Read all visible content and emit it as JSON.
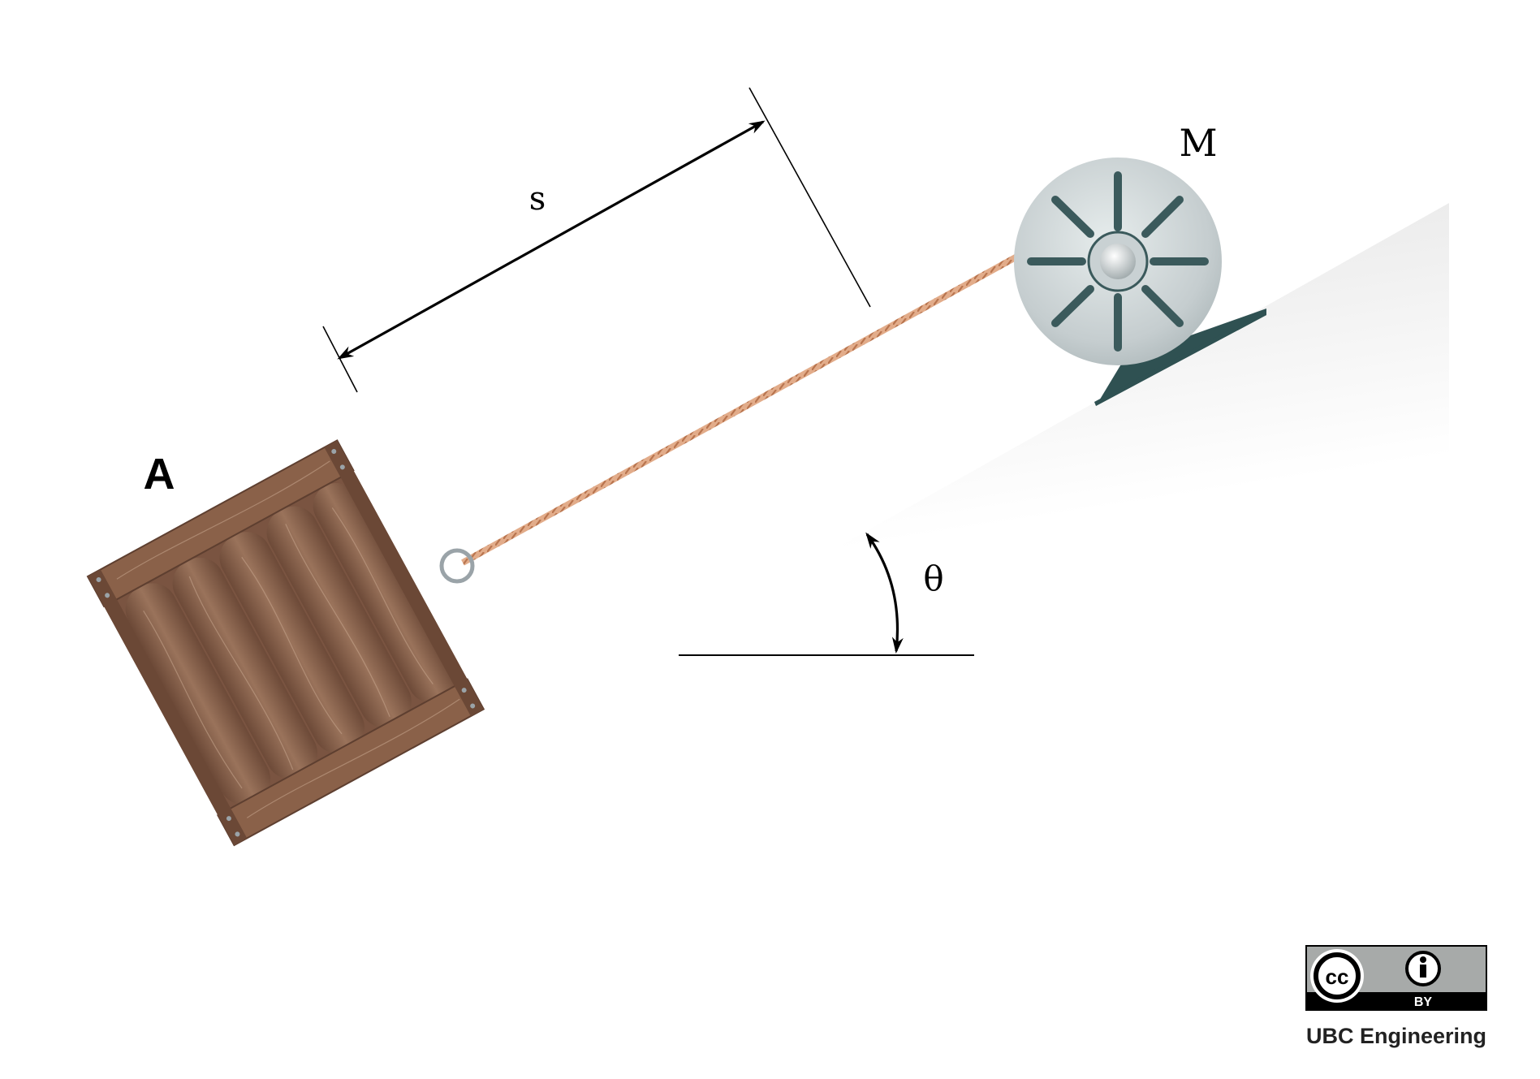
{
  "labels": {
    "crate": "A",
    "motor": "M",
    "distance": "s",
    "angle": "θ"
  },
  "license": {
    "cc": "cc",
    "by": "BY",
    "credit": "UBC Engineering"
  },
  "colors": {
    "wood_dark": "#6b4836",
    "wood_mid": "#8a6149",
    "wood_light": "#a27a62",
    "rope": "#d9a07c",
    "motor_body": "#c7cfd1",
    "motor_spoke": "#3b5a5c",
    "motor_mount": "#2f5152",
    "incline_shade": "#c9cacb",
    "ink": "#000000"
  }
}
